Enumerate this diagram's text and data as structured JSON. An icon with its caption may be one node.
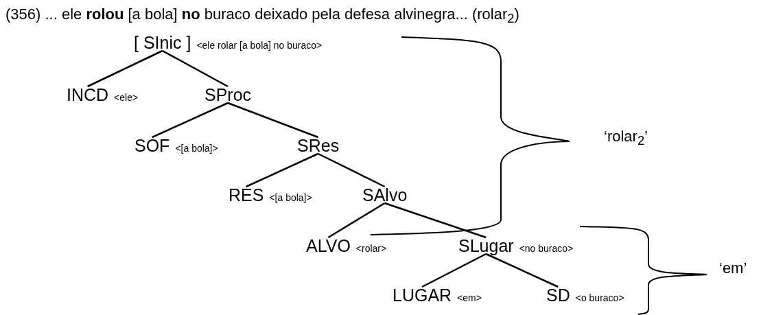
{
  "diagram": {
    "title": "(356) ... ele **rolou** [a bola] **no** buraco deixado pela defesa alvinegra... (rolar$_{2}$)",
    "nodes": [
      {
        "text": [
          "[ SInic ]"
        ],
        "beside": [
          "<ele rolar [a bola] no buraco>"
        ]
      },
      {
        "text": [
          "INCD"
        ],
        "beside": [
          "<ele>"
        ]
      },
      {
        "text": [
          "SProc"
        ]
      },
      {
        "text": [
          "SOF"
        ],
        "beside": [
          "<[a bola]>"
        ]
      },
      {
        "text": [
          "SRes"
        ]
      },
      {
        "text": [
          "RES"
        ],
        "beside": [
          "<[a bola]>"
        ]
      },
      {
        "text": [
          "SAlvo"
        ]
      },
      {
        "text": [
          "ALVO"
        ],
        "beside": [
          "<rolar>"
        ]
      },
      {
        "text": [
          "SLugar"
        ],
        "beside": [
          "<no buraco>"
        ]
      },
      {
        "text": [
          "LUGAR"
        ],
        "beside": [
          "<em>"
        ]
      },
      {
        "text": [
          "SD"
        ],
        "beside": [
          "<o buraco>"
        ]
      }
    ],
    "edges": [
      {
        "from": 0,
        "to": 1,
        "arrow": "none"
      },
      {
        "from": 0,
        "to": 2,
        "arrow": "none"
      },
      {
        "from": 2,
        "to": 3,
        "arrow": "none"
      },
      {
        "from": 2,
        "to": 4,
        "arrow": "none"
      },
      {
        "from": 4,
        "to": 5,
        "arrow": "none"
      },
      {
        "from": 4,
        "to": 6,
        "arrow": "none"
      },
      {
        "from": 6,
        "to": 7,
        "arrow": "none"
      },
      {
        "from": 6,
        "to": 8,
        "arrow": "none"
      },
      {
        "from": 8,
        "to": 9,
        "arrow": "none"
      },
      {
        "from": 8,
        "to": 10,
        "arrow": "none"
      }
    ],
    "labels": [
      "‘rolar$_{2}$’",
      "‘em’"
    ]
  }
}
